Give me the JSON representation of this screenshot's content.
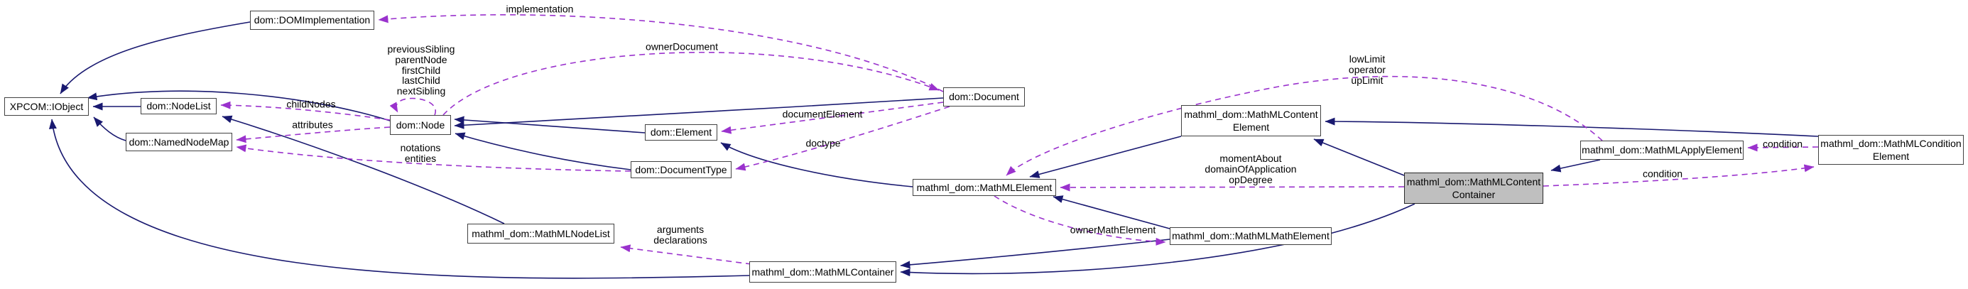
{
  "diagram": {
    "type": "doxygen-collaboration-graph",
    "highlighted_node": "mathml_dom::MathMLContentContainer",
    "colors": {
      "inheritance_edge": "#191970",
      "usage_edge": "#9a32cd",
      "node_fill": "#ffffff",
      "node_border": "#424242",
      "highlight_fill": "#bfbfbf",
      "text": "#000000",
      "background": "#ffffff"
    },
    "nodes": [
      {
        "id": "xpcom-iobject",
        "label": "XPCOM::IObject"
      },
      {
        "id": "dom-domimplementation",
        "label": "dom::DOMImplementation"
      },
      {
        "id": "dom-nodelist",
        "label": "dom::NodeList"
      },
      {
        "id": "dom-namednodemap",
        "label": "dom::NamedNodeMap"
      },
      {
        "id": "dom-node",
        "label": "dom::Node"
      },
      {
        "id": "dom-element",
        "label": "dom::Element"
      },
      {
        "id": "dom-documenttype",
        "label": "dom::DocumentType"
      },
      {
        "id": "dom-document",
        "label": "dom::Document"
      },
      {
        "id": "mathml-contentelement",
        "label": "mathml_dom::MathMLContent\nElement"
      },
      {
        "id": "mathml-element",
        "label": "mathml_dom::MathMLElement"
      },
      {
        "id": "mathml-nodelist",
        "label": "mathml_dom::MathMLNodeList"
      },
      {
        "id": "mathml-container",
        "label": "mathml_dom::MathMLContainer"
      },
      {
        "id": "mathml-mathelement",
        "label": "mathml_dom::MathMLMathElement"
      },
      {
        "id": "mathml-contentcontainer",
        "label": "mathml_dom::MathMLContent\nContainer"
      },
      {
        "id": "mathml-applyelement",
        "label": "mathml_dom::MathMLApplyElement"
      },
      {
        "id": "mathml-conditionelement",
        "label": "mathml_dom::MathMLCondition\nElement"
      }
    ],
    "edge_labels": [
      {
        "id": "implementation",
        "text": "implementation"
      },
      {
        "id": "node-self",
        "text": "previousSibling\nparentNode\nfirstChild\nlastChild\nnextSibling"
      },
      {
        "id": "owner-document",
        "text": "ownerDocument"
      },
      {
        "id": "child-nodes",
        "text": "childNodes"
      },
      {
        "id": "attributes",
        "text": "attributes"
      },
      {
        "id": "notations-entities",
        "text": "notations\nentities"
      },
      {
        "id": "document-element",
        "text": "documentElement"
      },
      {
        "id": "doctype",
        "text": "doctype"
      },
      {
        "id": "limits",
        "text": "lowLimit\noperator\nupLimit"
      },
      {
        "id": "moment-about",
        "text": "momentAbout\ndomainOfApplication\nopDegree"
      },
      {
        "id": "owner-math-element",
        "text": "ownerMathElement"
      },
      {
        "id": "arguments",
        "text": "arguments\ndeclarations"
      },
      {
        "id": "condition-upper",
        "text": "condition"
      },
      {
        "id": "condition-lower",
        "text": "condition"
      }
    ],
    "edges": [
      {
        "from": "dom::NodeList",
        "to": "XPCOM::IObject",
        "kind": "inheritance"
      },
      {
        "from": "dom::NamedNodeMap",
        "to": "XPCOM::IObject",
        "kind": "inheritance"
      },
      {
        "from": "dom::DOMImplementation",
        "to": "XPCOM::IObject",
        "kind": "inheritance"
      },
      {
        "from": "dom::Node",
        "to": "XPCOM::IObject",
        "kind": "inheritance"
      },
      {
        "from": "mathml_dom::MathMLNodeList",
        "to": "dom::NodeList",
        "kind": "inheritance"
      },
      {
        "from": "mathml_dom::MathMLContainer",
        "to": "XPCOM::IObject",
        "kind": "inheritance"
      },
      {
        "from": "dom::Element",
        "to": "dom::Node",
        "kind": "inheritance"
      },
      {
        "from": "dom::DocumentType",
        "to": "dom::Node",
        "kind": "inheritance"
      },
      {
        "from": "dom::Document",
        "to": "dom::Node",
        "kind": "inheritance"
      },
      {
        "from": "mathml_dom::MathMLElement",
        "to": "dom::Element",
        "kind": "inheritance"
      },
      {
        "from": "mathml_dom::MathMLContentElement",
        "to": "mathml_dom::MathMLElement",
        "kind": "inheritance"
      },
      {
        "from": "mathml_dom::MathMLMathElement",
        "to": "mathml_dom::MathMLElement",
        "kind": "inheritance"
      },
      {
        "from": "mathml_dom::MathMLContentContainer",
        "to": "mathml_dom::MathMLContentElement",
        "kind": "inheritance"
      },
      {
        "from": "mathml_dom::MathMLConditionElement",
        "to": "mathml_dom::MathMLContentElement",
        "kind": "inheritance"
      },
      {
        "from": "mathml_dom::MathMLApplyElement",
        "to": "mathml_dom::MathMLContentContainer",
        "kind": "inheritance"
      },
      {
        "from": "mathml_dom::MathMLContentContainer",
        "to": "mathml_dom::MathMLContainer",
        "kind": "inheritance"
      },
      {
        "from": "mathml_dom::MathMLMathElement",
        "to": "mathml_dom::MathMLContainer",
        "kind": "inheritance"
      },
      {
        "from": "dom::Node",
        "to": "dom::Node",
        "kind": "usage",
        "label": "previousSibling parentNode firstChild lastChild nextSibling"
      },
      {
        "from": "dom::Node",
        "to": "dom::NodeList",
        "kind": "usage",
        "label": "childNodes"
      },
      {
        "from": "dom::Node",
        "to": "dom::NamedNodeMap",
        "kind": "usage",
        "label": "attributes"
      },
      {
        "from": "dom::DocumentType",
        "to": "dom::NamedNodeMap",
        "kind": "usage",
        "label": "notations entities"
      },
      {
        "from": "dom::Node",
        "to": "dom::Document",
        "kind": "usage",
        "label": "ownerDocument"
      },
      {
        "from": "dom::Document",
        "to": "dom::DOMImplementation",
        "kind": "usage",
        "label": "implementation"
      },
      {
        "from": "dom::Document",
        "to": "dom::Element",
        "kind": "usage",
        "label": "documentElement"
      },
      {
        "from": "dom::Document",
        "to": "dom::DocumentType",
        "kind": "usage",
        "label": "doctype"
      },
      {
        "from": "mathml_dom::MathMLApplyElement",
        "to": "mathml_dom::MathMLElement",
        "kind": "usage",
        "label": "lowLimit operator upLimit"
      },
      {
        "from": "mathml_dom::MathMLContentContainer",
        "to": "mathml_dom::MathMLElement",
        "kind": "usage",
        "label": "momentAbout domainOfApplication opDegree"
      },
      {
        "from": "mathml_dom::MathMLElement",
        "to": "mathml_dom::MathMLMathElement",
        "kind": "usage",
        "label": "ownerMathElement"
      },
      {
        "from": "mathml_dom::MathMLContainer",
        "to": "mathml_dom::MathMLNodeList",
        "kind": "usage",
        "label": "arguments declarations"
      },
      {
        "from": "mathml_dom::MathMLConditionElement",
        "to": "mathml_dom::MathMLApplyElement",
        "kind": "usage",
        "label": "condition"
      },
      {
        "from": "mathml_dom::MathMLContentContainer",
        "to": "mathml_dom::MathMLConditionElement",
        "kind": "usage",
        "label": "condition"
      }
    ]
  }
}
